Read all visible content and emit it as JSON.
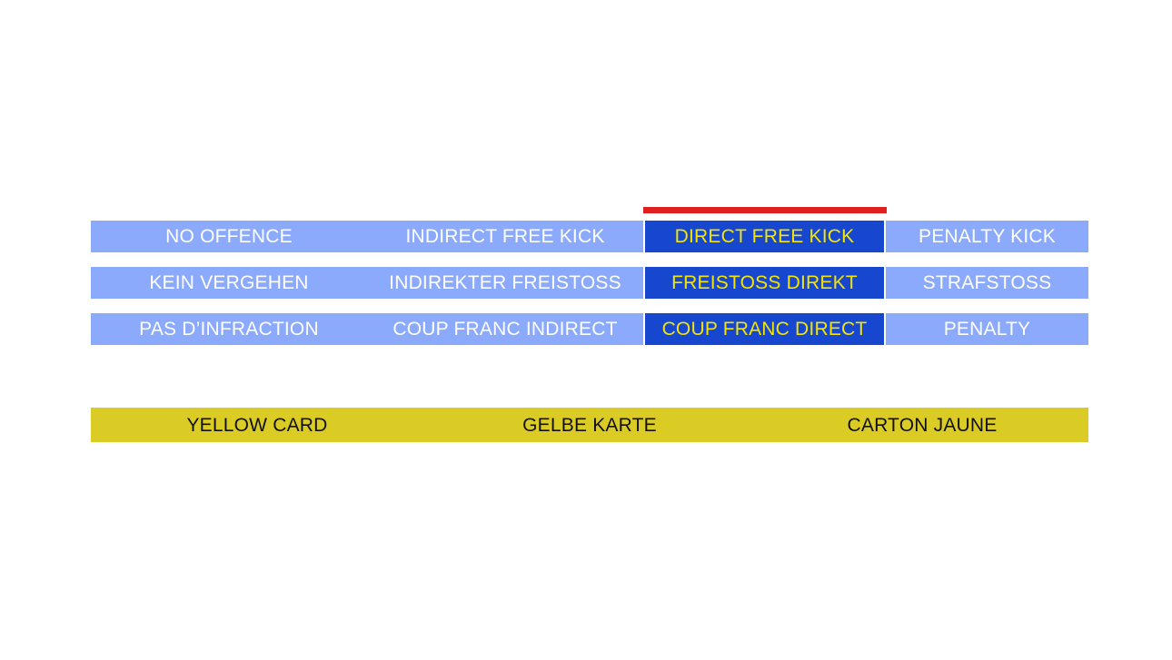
{
  "slide": {
    "accent_bar_color": "#E02020",
    "colors": {
      "option_blue": "#8CAAFB",
      "highlight_blue": "#1647CE",
      "highlight_text": "#F5E400",
      "option_text": "#FFFFFF",
      "yellow_card": "#DBCC25",
      "yellow_card_text": "#111111",
      "accent_red": "#E02020",
      "background": "#FFFFFF"
    }
  },
  "decision_ladder": {
    "rows": [
      {
        "language": "english",
        "options": [
          {
            "label": "NO OFFENCE",
            "state": "normal"
          },
          {
            "label": "INDIRECT FREE KICK",
            "state": "normal"
          },
          {
            "label": "DIRECT FREE KICK",
            "state": "selected"
          },
          {
            "label": "PENALTY KICK",
            "state": "normal"
          }
        ]
      },
      {
        "language": "german",
        "options": [
          {
            "label": "KEIN VERGEHEN",
            "state": "normal"
          },
          {
            "label": "INDIREKTER FREISTOSS",
            "state": "normal"
          },
          {
            "label": "FREISTOSS DIREKT",
            "state": "selected"
          },
          {
            "label": "STRAFSTOSS",
            "state": "normal"
          }
        ]
      },
      {
        "language": "french",
        "options": [
          {
            "label": "PAS D’INFRACTION",
            "state": "normal"
          },
          {
            "label": "COUP FRANC INDIRECT",
            "state": "normal"
          },
          {
            "label": "COUP FRANC DIRECT",
            "state": "selected"
          },
          {
            "label": "PENALTY",
            "state": "normal"
          }
        ]
      }
    ]
  },
  "yellow_card_bar": {
    "labels": [
      {
        "language": "english",
        "label": "YELLOW CARD"
      },
      {
        "language": "german",
        "label": "GELBE KARTE"
      },
      {
        "language": "french",
        "label": "CARTON JAUNE"
      }
    ]
  }
}
